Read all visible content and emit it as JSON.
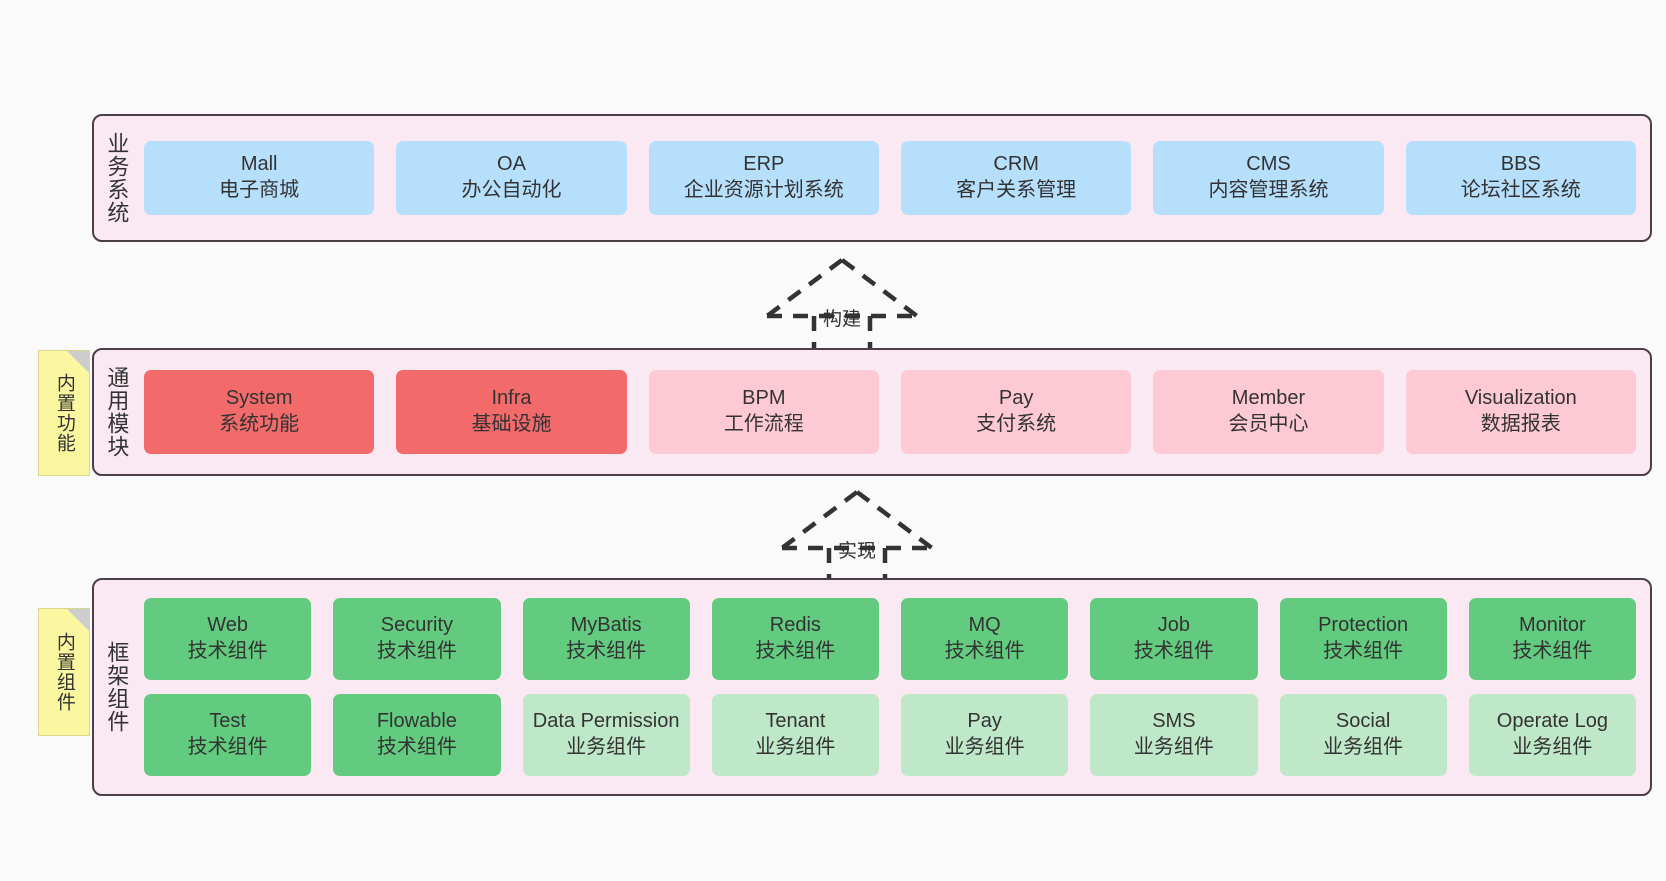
{
  "diagram": {
    "title_hidden": "",
    "background_color": "#fafafa",
    "panel_fill": "#fae9f3",
    "panel_border": "#4a3f47"
  },
  "annotations": [
    {
      "name": "builtin-function",
      "text": "内置功能",
      "color": "#fbf7a0"
    },
    {
      "name": "builtin-component",
      "text": "内置组件",
      "color": "#fbf7a0"
    }
  ],
  "connectors": [
    {
      "name": "build",
      "label": "构建",
      "style": "dashed-hollow-triangle-up"
    },
    {
      "name": "realize",
      "label": "实现",
      "style": "dashed-hollow-triangle-up"
    }
  ],
  "layers": [
    {
      "id": "business",
      "title": "业务系统",
      "accent": "#b6dffb",
      "rows": [
        [
          {
            "en": "Mall",
            "cn": "电子商城",
            "color": "#b6dffb"
          },
          {
            "en": "OA",
            "cn": "办公自动化",
            "color": "#b6dffb"
          },
          {
            "en": "ERP",
            "cn": "企业资源计划系统",
            "color": "#b6dffb"
          },
          {
            "en": "CRM",
            "cn": "客户关系管理",
            "color": "#b6dffb"
          },
          {
            "en": "CMS",
            "cn": "内容管理系统",
            "color": "#b6dffb"
          },
          {
            "en": "BBS",
            "cn": "论坛社区系统",
            "color": "#b6dffb"
          }
        ]
      ]
    },
    {
      "id": "modules",
      "title": "通用模块",
      "accent": "#f26a6a",
      "rows": [
        [
          {
            "en": "System",
            "cn": "系统功能",
            "color": "#f26a6a"
          },
          {
            "en": "Infra",
            "cn": "基础设施",
            "color": "#f26a6a"
          },
          {
            "en": "BPM",
            "cn": "工作流程",
            "color": "#fcc9d4"
          },
          {
            "en": "Pay",
            "cn": "支付系统",
            "color": "#fcc9d4"
          },
          {
            "en": "Member",
            "cn": "会员中心",
            "color": "#fcc9d4"
          },
          {
            "en": "Visualization",
            "cn": "数据报表",
            "color": "#fcc9d4"
          }
        ]
      ]
    },
    {
      "id": "framework",
      "title": "框架组件",
      "accent": "#63cb7f",
      "rows": [
        [
          {
            "en": "Web",
            "cn": "技术组件",
            "color": "#63cb7f"
          },
          {
            "en": "Security",
            "cn": "技术组件",
            "color": "#63cb7f"
          },
          {
            "en": "MyBatis",
            "cn": "技术组件",
            "color": "#63cb7f"
          },
          {
            "en": "Redis",
            "cn": "技术组件",
            "color": "#63cb7f"
          },
          {
            "en": "MQ",
            "cn": "技术组件",
            "color": "#63cb7f"
          },
          {
            "en": "Job",
            "cn": "技术组件",
            "color": "#63cb7f"
          },
          {
            "en": "Protection",
            "cn": "技术组件",
            "color": "#63cb7f"
          },
          {
            "en": "Monitor",
            "cn": "技术组件",
            "color": "#63cb7f"
          }
        ],
        [
          {
            "en": "Test",
            "cn": "技术组件",
            "color": "#63cb7f"
          },
          {
            "en": "Flowable",
            "cn": "技术组件",
            "color": "#63cb7f"
          },
          {
            "en": "Data Permission",
            "cn": "业务组件",
            "color": "#bfe8c9"
          },
          {
            "en": "Tenant",
            "cn": "业务组件",
            "color": "#bfe8c9"
          },
          {
            "en": "Pay",
            "cn": "业务组件",
            "color": "#bfe8c9"
          },
          {
            "en": "SMS",
            "cn": "业务组件",
            "color": "#bfe8c9"
          },
          {
            "en": "Social",
            "cn": "业务组件",
            "color": "#bfe8c9"
          },
          {
            "en": "Operate Log",
            "cn": "业务组件",
            "color": "#bfe8c9"
          }
        ]
      ]
    }
  ]
}
